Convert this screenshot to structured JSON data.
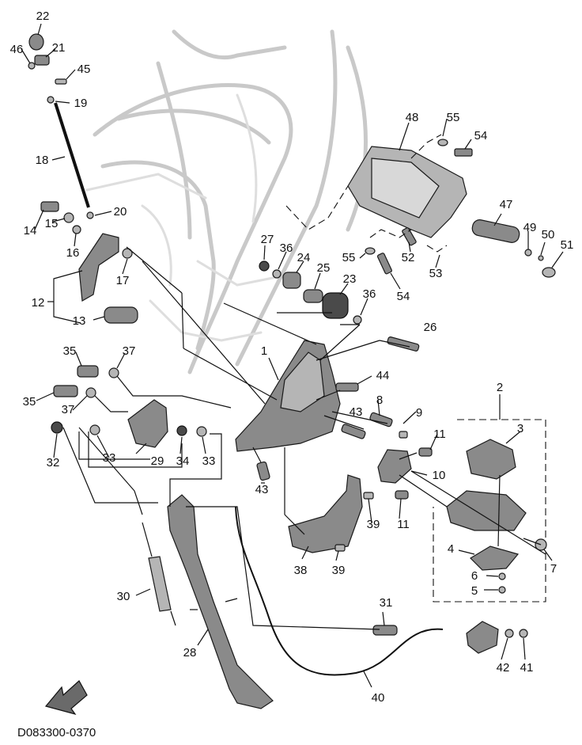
{
  "diagram_code": "D083300-0370",
  "callouts": [
    "1",
    "2",
    "3",
    "4",
    "5",
    "6",
    "7",
    "8",
    "9",
    "10",
    "11",
    "12",
    "13",
    "14",
    "15",
    "16",
    "17",
    "18",
    "19",
    "20",
    "21",
    "22",
    "23",
    "24",
    "25",
    "26",
    "27",
    "28",
    "29",
    "30",
    "31",
    "32",
    "33",
    "34",
    "35",
    "36",
    "37",
    "38",
    "39",
    "40",
    "41",
    "42",
    "43",
    "44",
    "45",
    "46",
    "47",
    "48",
    "49",
    "50",
    "51",
    "52",
    "53",
    "54",
    "55"
  ],
  "colors": {
    "ink": "#111111",
    "part_fill": "#8a8a8a",
    "frame_ghost": "#c9c9c9"
  },
  "icons": {
    "front_direction": "arrow-icon"
  }
}
